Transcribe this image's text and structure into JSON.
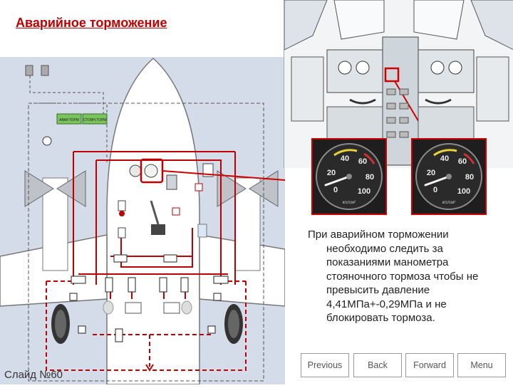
{
  "slide": {
    "title": "Аварийное торможение",
    "body": "При аварийном торможении необходимо следить за показаниями манометра стояночного тормоза чтобы не превысить давление 4,41МПа+-0,29МПа и не блокировать тормоза.",
    "slide_number": "Слайд №60"
  },
  "gauges": [
    {
      "labels": [
        "40",
        "60",
        "20",
        "80",
        "0",
        "100"
      ],
      "unit": "кгс/см²"
    },
    {
      "labels": [
        "40",
        "60",
        "20",
        "80",
        "0",
        "100"
      ],
      "unit": "кгс/см²"
    }
  ],
  "scheme_labels": {
    "box_left": "АВАР.ТОРМ",
    "box_right": "СТОЯН.ТОРМ"
  },
  "nav": {
    "previous": "Previous",
    "back": "Back",
    "forward": "Forward",
    "menu": "Menu"
  },
  "colors": {
    "title": "#c00000",
    "highlight": "#d00000",
    "scheme_bg": "#d4dbe9"
  }
}
